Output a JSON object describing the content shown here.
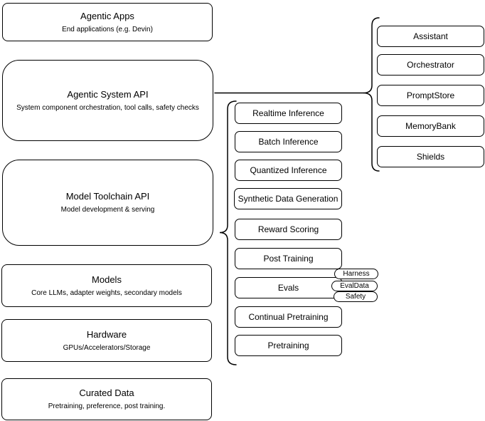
{
  "diagram": {
    "colors": {
      "stroke": "#000000",
      "node_fill": "#ffffff",
      "background": "#ffffff"
    },
    "stack": [
      {
        "title": "Agentic Apps",
        "subtitle": "End applications (e.g. Devin)"
      },
      {
        "title": "Agentic System API",
        "subtitle": "System component orchestration, tool calls, safety checks"
      },
      {
        "title": "Model Toolchain API",
        "subtitle": "Model development & serving"
      },
      {
        "title": "Models",
        "subtitle": "Core LLMs, adapter weights, secondary models"
      },
      {
        "title": "Hardware",
        "subtitle": "GPUs/Accelerators/Storage"
      },
      {
        "title": "Curated Data",
        "subtitle": "Pretraining, preference, post training."
      }
    ],
    "toolchain": {
      "items": [
        "Realtime Inference",
        "Batch Inference",
        "Quantized Inference",
        "Synthetic Data Generation",
        "Reward Scoring",
        "Post Training",
        "Evals",
        "Continual Pretraining",
        "Pretraining"
      ]
    },
    "eval_tags": [
      "Harness",
      "EvalData",
      "Safety"
    ],
    "agentic_components": [
      "Assistant",
      "Orchestrator",
      "PromptStore",
      "MemoryBank",
      "Shields"
    ]
  }
}
